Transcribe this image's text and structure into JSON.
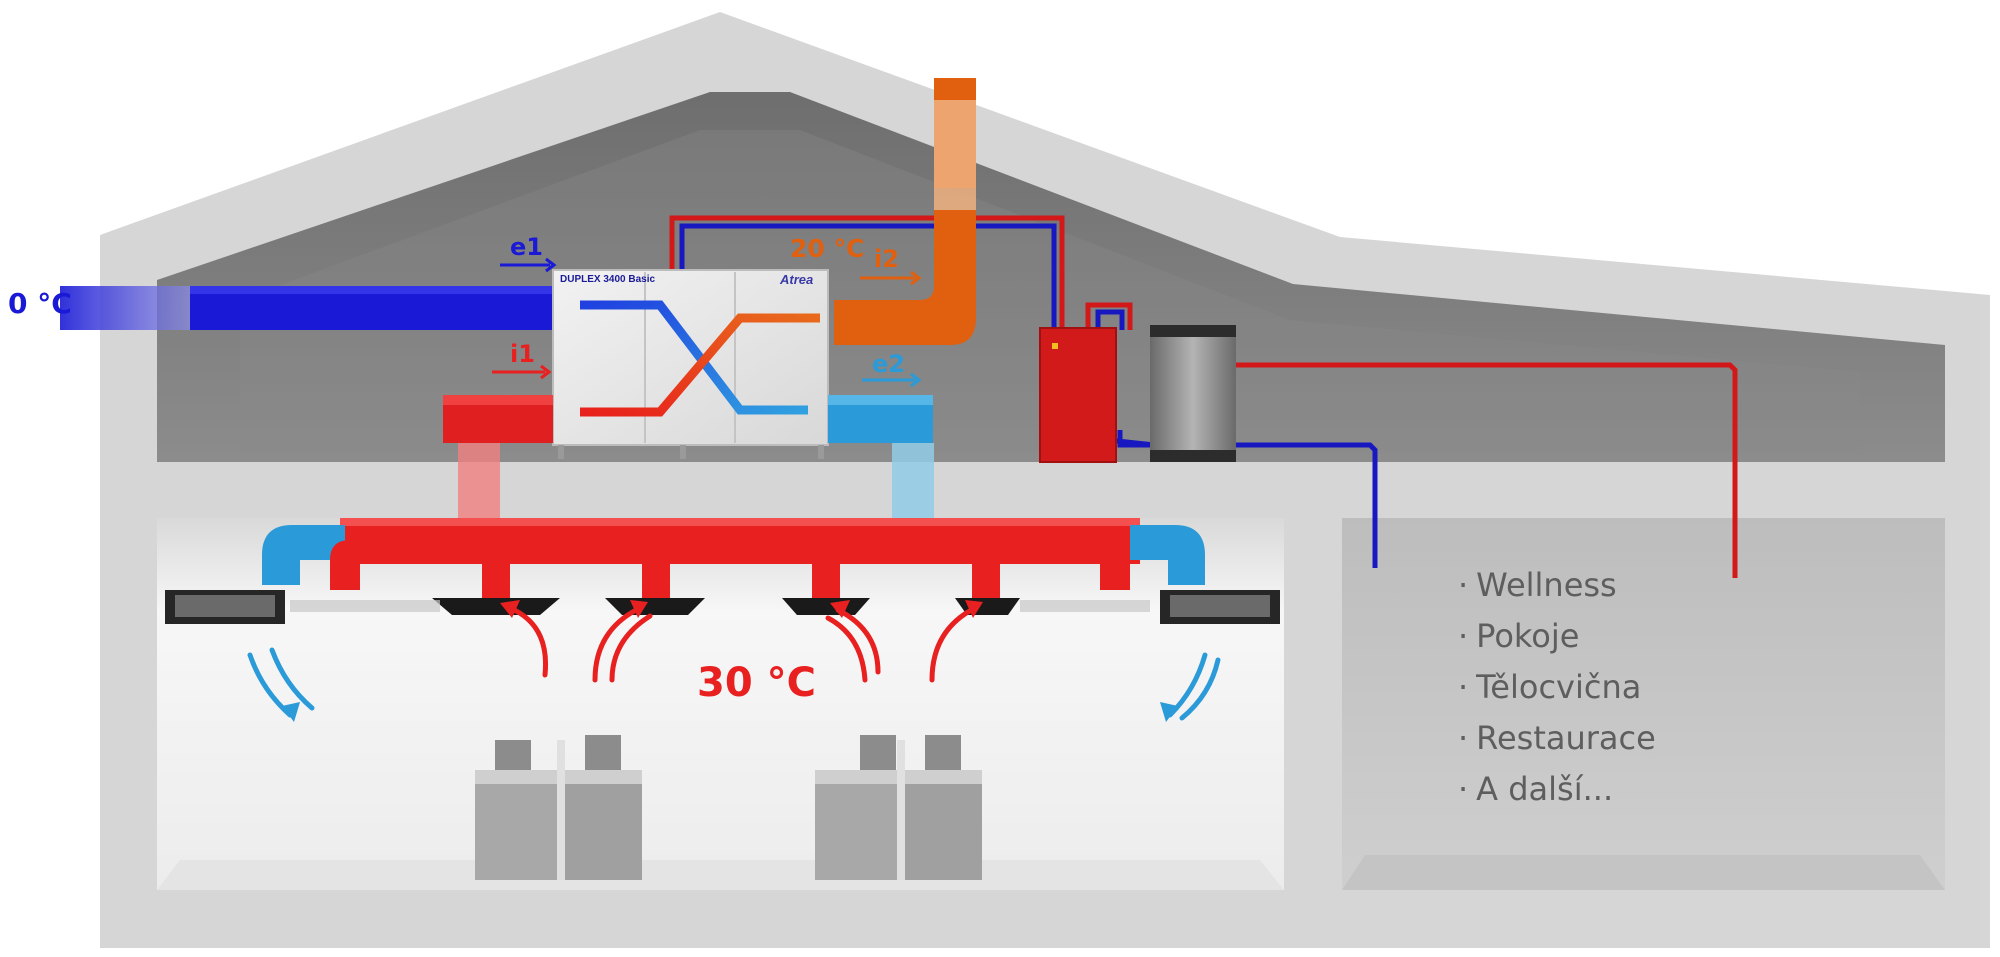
{
  "temperatures": {
    "outdoor": "0 °C",
    "exhaust": "20 °C",
    "kitchen": "30 °C"
  },
  "flows": {
    "e1": "e1",
    "i1": "i1",
    "i2": "i2",
    "e2": "e2"
  },
  "unit": {
    "model": "DUPLEX 3400 Basic",
    "brand": "Atrea"
  },
  "rooms": {
    "bullet": "·",
    "items": [
      "Wellness",
      "Pokoje",
      "Tělocvična",
      "Restaurace",
      "A další..."
    ]
  },
  "colors": {
    "cold": "#1a1ad6",
    "hot": "#e8201c",
    "exhaust": "#e06010",
    "extract": "#2a9ad8",
    "wall": "#d6d6d6",
    "attic": "#7a7a7a",
    "room_text": "#5e5e5e"
  }
}
